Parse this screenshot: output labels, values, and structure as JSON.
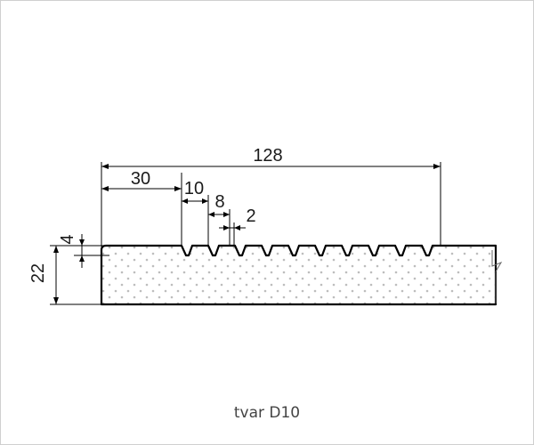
{
  "dimensions": {
    "total_width": "128",
    "edge_width": "30",
    "pitch": "10",
    "groove_top": "8",
    "groove_bottom": "2",
    "groove_depth": "4",
    "thickness": "22"
  },
  "caption": "tvar D10"
}
